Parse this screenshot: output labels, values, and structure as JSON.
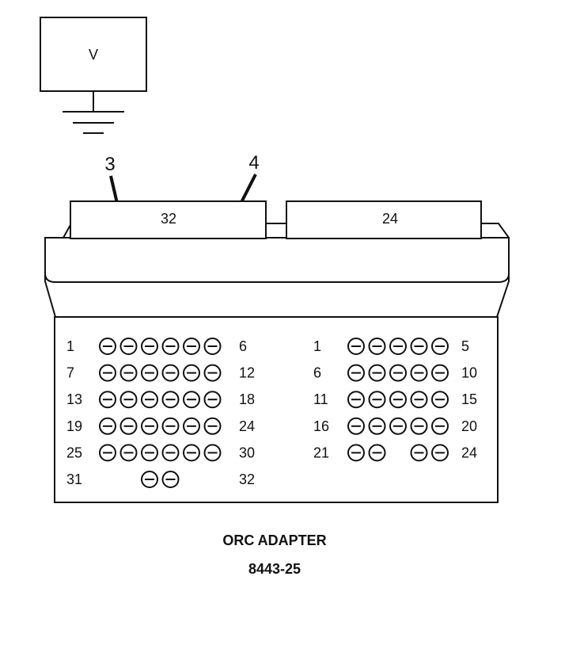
{
  "meter": {
    "label": "V"
  },
  "callouts": {
    "left": "3",
    "right": "4"
  },
  "connector_left": {
    "header": "32",
    "rows": [
      {
        "start": "1",
        "end": "6",
        "pins": [
          1,
          1,
          1,
          1,
          1,
          1
        ]
      },
      {
        "start": "7",
        "end": "12",
        "pins": [
          1,
          1,
          1,
          1,
          1,
          1
        ]
      },
      {
        "start": "13",
        "end": "18",
        "pins": [
          1,
          1,
          1,
          1,
          1,
          1
        ]
      },
      {
        "start": "19",
        "end": "24",
        "pins": [
          1,
          1,
          1,
          1,
          1,
          1
        ]
      },
      {
        "start": "25",
        "end": "30",
        "pins": [
          1,
          1,
          1,
          1,
          1,
          1
        ]
      },
      {
        "start": "31",
        "end": "32",
        "pins": [
          0,
          0,
          1,
          1,
          0,
          0
        ]
      }
    ]
  },
  "connector_right": {
    "header": "24",
    "rows": [
      {
        "start": "1",
        "end": "5",
        "pins": [
          1,
          1,
          1,
          1,
          1
        ]
      },
      {
        "start": "6",
        "end": "10",
        "pins": [
          1,
          1,
          1,
          1,
          1
        ]
      },
      {
        "start": "11",
        "end": "15",
        "pins": [
          1,
          1,
          1,
          1,
          1
        ]
      },
      {
        "start": "16",
        "end": "20",
        "pins": [
          1,
          1,
          1,
          1,
          1
        ]
      },
      {
        "start": "21",
        "end": "24",
        "pins": [
          1,
          1,
          0,
          1,
          1
        ]
      }
    ]
  },
  "caption": {
    "title": "ORC ADAPTER",
    "part_number": "8443-25"
  },
  "colors": {
    "line": "#111111",
    "background": "#ffffff"
  }
}
